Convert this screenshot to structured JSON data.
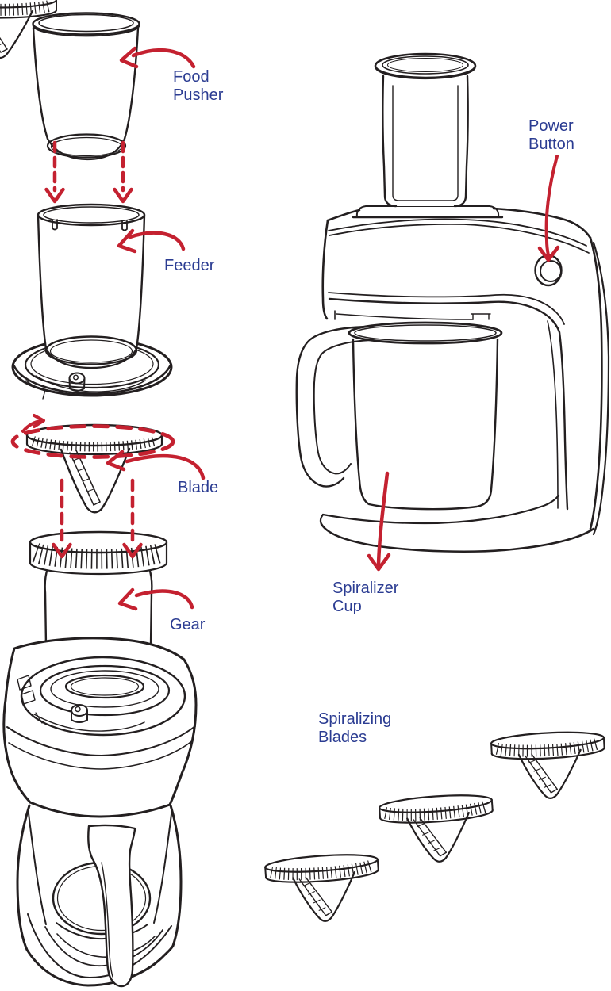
{
  "diagram": {
    "type": "exploded-parts-diagram",
    "subject": "Electric spiralizer appliance",
    "colors": {
      "line": "#231f20",
      "label_text": "#2b3c92",
      "arrow": "#c42130",
      "background": "#ffffff"
    },
    "parts": {
      "food_pusher": {
        "label": "Food Pusher"
      },
      "feeder": {
        "label": "Feeder"
      },
      "blade": {
        "label": "Blade"
      },
      "gear": {
        "label": "Gear"
      },
      "power_button": {
        "label": "Power Button"
      },
      "spiralizer_cup": {
        "label": "Spiralizer Cup"
      },
      "spiralizing_blades": {
        "label": "Spiralizing Blades"
      }
    },
    "annotations": [
      {
        "type": "curved-arrow",
        "color": "#c42130",
        "points_to": "food-pusher"
      },
      {
        "type": "curved-arrow",
        "color": "#c42130",
        "points_to": "feeder"
      },
      {
        "type": "curved-arrow",
        "color": "#c42130",
        "points_to": "blade"
      },
      {
        "type": "curved-arrow",
        "color": "#c42130",
        "points_to": "gear"
      },
      {
        "type": "curved-arrow",
        "color": "#c42130",
        "points_to": "power-button"
      },
      {
        "type": "curved-arrow",
        "color": "#c42130",
        "points_to": "spiralizer-cup"
      },
      {
        "type": "dashed-assembly-arrows",
        "color": "#c42130",
        "from": "food-pusher",
        "to": "feeder"
      },
      {
        "type": "dashed-assembly-arrows",
        "color": "#c42130",
        "from": "blade",
        "to": "gear"
      },
      {
        "type": "dashed-rotation-ellipse",
        "color": "#c42130",
        "around": "blade"
      }
    ]
  }
}
